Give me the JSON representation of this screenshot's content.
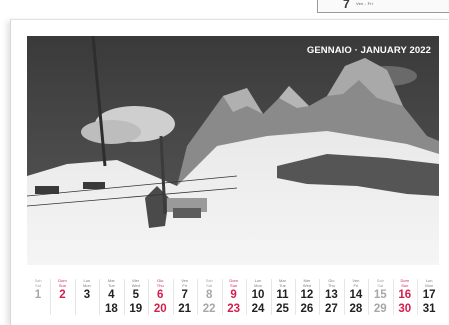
{
  "previous_sheet": {
    "day": "7",
    "weekday": "Ven - Fri"
  },
  "calendar": {
    "title": "GENNAIO · JANUARY 2022",
    "photo_label": "snowy-dolomites-ski-lift-photo",
    "colors": {
      "weekday": "#222222",
      "saturday": "#a7a7a7",
      "sunday": "#d21f4d"
    },
    "days": [
      {
        "it": "Sab",
        "en": "Sat",
        "first": "1",
        "second": "",
        "type": "sat"
      },
      {
        "it": "Dom",
        "en": "Sun",
        "first": "2",
        "second": "",
        "type": "sun"
      },
      {
        "it": "Lun",
        "en": "Mon",
        "first": "3",
        "second": "",
        "type": "wd"
      },
      {
        "it": "Mar",
        "en": "Tue",
        "first": "4",
        "second": "18",
        "type": "wd"
      },
      {
        "it": "Mer",
        "en": "Wed",
        "first": "5",
        "second": "19",
        "type": "wd"
      },
      {
        "it": "Gio",
        "en": "Thu",
        "first": "6",
        "second": "20",
        "type": "sun"
      },
      {
        "it": "Ven",
        "en": "Fri",
        "first": "7",
        "second": "21",
        "type": "wd"
      },
      {
        "it": "Sab",
        "en": "Sat",
        "first": "8",
        "second": "22",
        "type": "sat"
      },
      {
        "it": "Dom",
        "en": "Sun",
        "first": "9",
        "second": "23",
        "type": "sun"
      },
      {
        "it": "Lun",
        "en": "Mon",
        "first": "10",
        "second": "24",
        "type": "wd"
      },
      {
        "it": "Mar",
        "en": "Tue",
        "first": "11",
        "second": "25",
        "type": "wd"
      },
      {
        "it": "Mer",
        "en": "Wed",
        "first": "12",
        "second": "26",
        "type": "wd"
      },
      {
        "it": "Gio",
        "en": "Thu",
        "first": "13",
        "second": "27",
        "type": "wd"
      },
      {
        "it": "Ven",
        "en": "Fri",
        "first": "14",
        "second": "28",
        "type": "wd"
      },
      {
        "it": "Sab",
        "en": "Sat",
        "first": "15",
        "second": "29",
        "type": "sat"
      },
      {
        "it": "Dom",
        "en": "Sun",
        "first": "16",
        "second": "30",
        "type": "sun"
      },
      {
        "it": "Lun",
        "en": "Mon",
        "first": "17",
        "second": "31",
        "type": "wd"
      }
    ]
  }
}
